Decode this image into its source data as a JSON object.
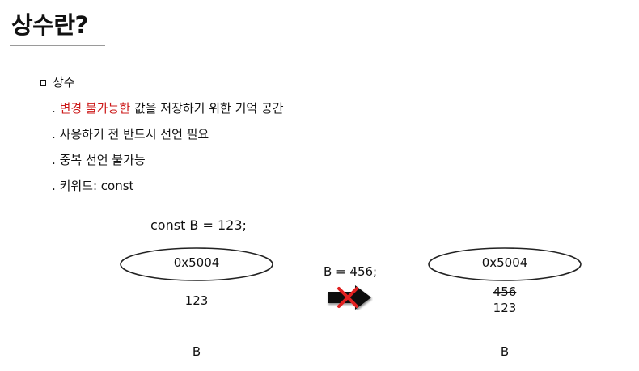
{
  "slide": {
    "title": "상수란?",
    "heading": "상수",
    "bullets": [
      {
        "highlight": "변경 불가능한",
        "rest": " 값을 저장하기 위한 기억 공간"
      },
      {
        "text": "사용하기 전 반드시 선언 필요"
      },
      {
        "text": "중복 선언 불가능"
      },
      {
        "text": "키워드: const"
      }
    ],
    "bullet_marker": ".",
    "accent_color": "#cc1a1a"
  },
  "diagram": {
    "code": "const B = 123;",
    "assignment": "B = 456;",
    "arrow_icon": "blocked-arrow-icon",
    "left_memory": {
      "address": "0x5004",
      "value": "123",
      "label": "B"
    },
    "right_memory": {
      "address": "0x5004",
      "old_value": "456",
      "value": "123",
      "label": "B"
    }
  }
}
